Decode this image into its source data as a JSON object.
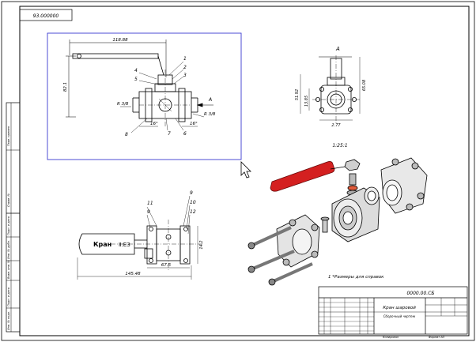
{
  "sheet": {
    "doc_code_top": "93.000000",
    "part_number": "0000.00.СБ",
    "title": "Кран шаровой",
    "subtitle": "Сборочный чертеж",
    "scale_label": "1:25:1",
    "note": "1 *Размеры для справок",
    "view_label": "А",
    "lever_text": "Кран",
    "lever_code": "Ⅱ:ЕЗ",
    "copied_label": "Копировал",
    "format_label": "Формат А3"
  },
  "side_stamp": {
    "labels": [
      "Перв. примен.",
      "Справ. №",
      "Подп. и дата",
      "Инв. № дубл.",
      "Взам. инв. №",
      "Подп. и дата",
      "Инв. № подл."
    ]
  },
  "front_view": {
    "dim_length": "118.88",
    "dim_height": "82.1",
    "thread_left": "R 3/8",
    "thread_right": "R 3/8",
    "dim_a1": "16°",
    "dim_a2": "16°",
    "section_letter": "A",
    "callouts": [
      "1",
      "2",
      "3",
      "4",
      "5",
      "6",
      "7",
      "8"
    ]
  },
  "side_view": {
    "dim_w": "51.92",
    "dim_w2": "13.85",
    "dim_h": "65.08",
    "dim_b": "2.77"
  },
  "top_view": {
    "callouts": [
      "11",
      "9",
      "9",
      "10",
      "12"
    ],
    "dim_total": "145.48",
    "dim_part": "67.5",
    "dim_h": "14.2"
  },
  "colors": {
    "lever_red": "#d42020",
    "selection": "#3b3bd0",
    "line": "#000000"
  }
}
